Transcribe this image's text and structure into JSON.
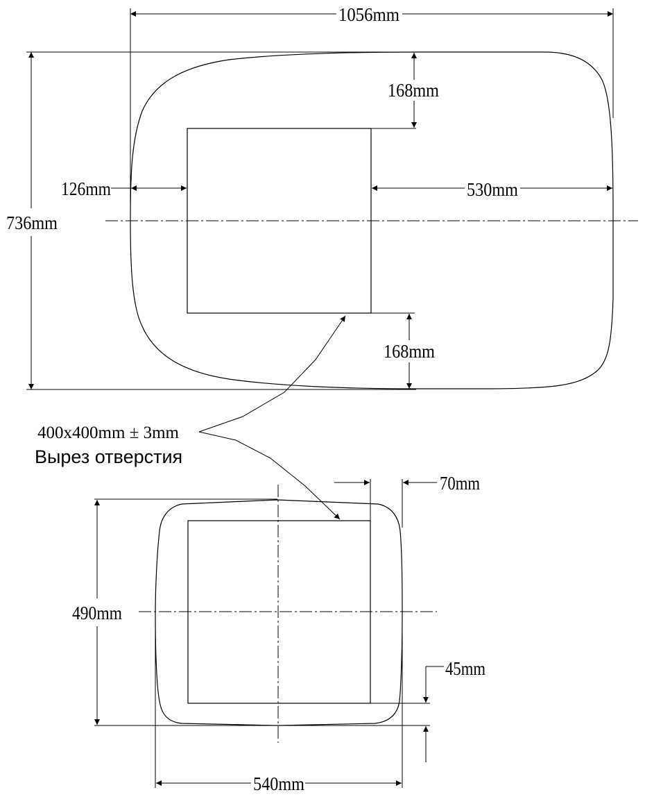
{
  "top_view": {
    "dim_overall_width": "1056mm",
    "dim_overall_height": "736mm",
    "dim_top_margin": "168mm",
    "dim_bottom_margin": "168mm",
    "dim_left_margin": "126mm",
    "dim_right_margin": "530mm"
  },
  "cutout_note": {
    "size_text": "400x400mm ± 3mm",
    "caption": "Вырез отверстия"
  },
  "bottom_view": {
    "dim_height": "490mm",
    "dim_width": "540mm",
    "dim_side_offset": "70mm",
    "dim_bottom_offset": "45mm"
  }
}
